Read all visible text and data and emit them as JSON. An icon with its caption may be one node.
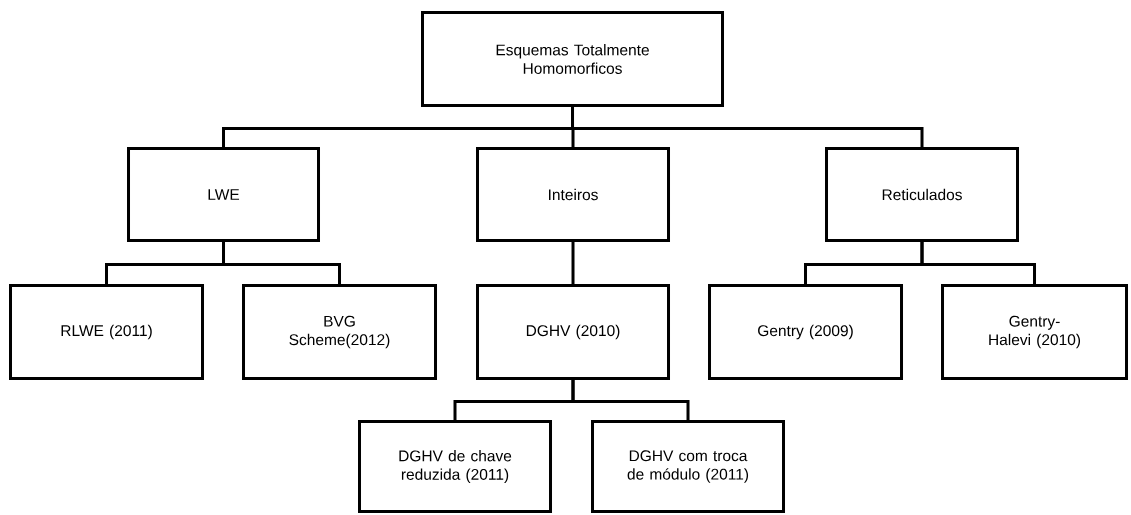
{
  "diagram": {
    "nodes": [
      {
        "text": [
          "Esquemas Totalmente Homomorficos"
        ]
      },
      {
        "text": [
          "LWE"
        ]
      },
      {
        "text": [
          "Inteiros"
        ]
      },
      {
        "text": [
          "Reticulados"
        ]
      },
      {
        "text": [
          "RLWE (2011)"
        ]
      },
      {
        "text": [
          "BVG Scheme(2012)"
        ]
      },
      {
        "text": [
          "DGHV (2010)"
        ]
      },
      {
        "text": [
          "Gentry (2009)"
        ]
      },
      {
        "text": [
          "Gentry-Halevi (2010)"
        ]
      },
      {
        "text": [
          "DGHV de chave reduzida (2011)"
        ]
      },
      {
        "text": [
          "DGHV com troca de módulo (2011)"
        ]
      }
    ],
    "edges": [
      {
        "from": 0,
        "to": 1,
        "arrow": "none"
      },
      {
        "from": 0,
        "to": 2,
        "arrow": "none"
      },
      {
        "from": 0,
        "to": 3,
        "arrow": "none"
      },
      {
        "from": 1,
        "to": 4,
        "arrow": "none"
      },
      {
        "from": 1,
        "to": 5,
        "arrow": "none"
      },
      {
        "from": 2,
        "to": 6,
        "arrow": "none"
      },
      {
        "from": 3,
        "to": 7,
        "arrow": "none"
      },
      {
        "from": 3,
        "to": 8,
        "arrow": "none"
      },
      {
        "from": 6,
        "to": 9,
        "arrow": "none"
      },
      {
        "from": 6,
        "to": 10,
        "arrow": "none"
      }
    ]
  }
}
